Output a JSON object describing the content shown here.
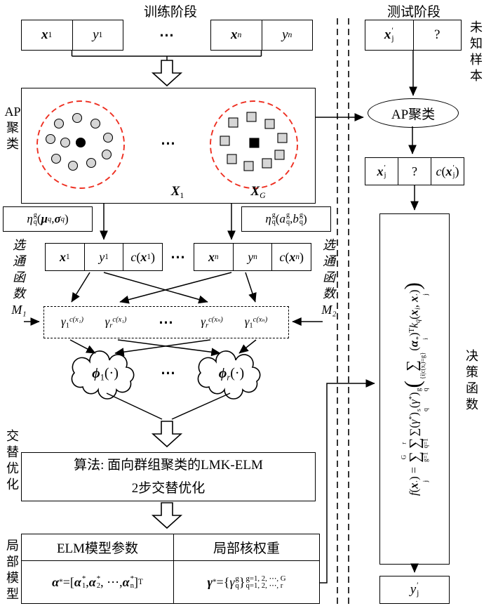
{
  "phase_titles": {
    "train": "训练阶段",
    "test": "测试阶段"
  },
  "side_labels": {
    "unknown_sample": [
      "未",
      "知",
      "样",
      "本"
    ],
    "ap_cluster": [
      "AP",
      "聚",
      "类"
    ],
    "gate_m1": [
      "选",
      "通",
      "函",
      "数",
      "M₁"
    ],
    "gate_m2": [
      "选",
      "通",
      "函",
      "数",
      "M₂"
    ],
    "alternating_opt": [
      "交",
      "替",
      "优",
      "化"
    ],
    "local_model": [
      "局",
      "部",
      "模",
      "型"
    ],
    "decision_fn": [
      "决",
      "策",
      "函",
      "数"
    ]
  },
  "dots": "⋯",
  "ap_ellipse_label": "AP聚类",
  "algorithm_box": {
    "line1": "算法: 面向群组聚类的LMK-ELM",
    "line2": "2步交替优化"
  },
  "result_box": {
    "left_header": "ELM模型参数",
    "right_header": "局部核权重"
  },
  "colors": {
    "cluster_dashed": "#ee2f21",
    "marker_fill": "#d6d6d6"
  },
  "formulas": {
    "x1": [
      {
        "t": "x",
        "b": 1
      },
      {
        "t": "1",
        "s": "d"
      }
    ],
    "y1": [
      {
        "t": "y",
        "i": 1
      },
      {
        "t": "1",
        "s": "d"
      }
    ],
    "xn": [
      {
        "t": "x",
        "b": 1
      },
      {
        "t": "n",
        "s": "d",
        "i": 1
      }
    ],
    "yn": [
      {
        "t": "y",
        "i": 1
      },
      {
        "t": "n",
        "s": "d",
        "i": 1
      }
    ],
    "xpj": [
      {
        "t": "x",
        "b": 1
      },
      {
        "stack": [
          "′",
          "j"
        ]
      }
    ],
    "question": [
      {
        "t": "?"
      }
    ],
    "cxpj": [
      {
        "t": "c",
        "i": 1
      },
      {
        "t": "("
      },
      {
        "t": "x",
        "b": 1
      },
      {
        "stack": [
          "′",
          "j"
        ]
      },
      {
        "t": ")"
      }
    ],
    "X1": [
      {
        "t": "X",
        "b": 1
      },
      {
        "t": "1",
        "s": "d"
      }
    ],
    "XG": [
      {
        "t": "X",
        "b": 1
      },
      {
        "t": "G",
        "s": "d",
        "i": 1
      }
    ],
    "eta_mu": [
      {
        "t": "η",
        "i": 1
      },
      {
        "stack": [
          "g",
          "q"
        ]
      },
      {
        "t": "("
      },
      {
        "t": "μ",
        "b": 1
      },
      {
        "t": "q",
        "s": "d",
        "i": 1
      },
      {
        "t": ","
      },
      {
        "t": "σ",
        "b": 1
      },
      {
        "t": "q",
        "s": "d",
        "i": 1
      },
      {
        "t": ")"
      }
    ],
    "eta_ab": [
      {
        "t": "η",
        "i": 1
      },
      {
        "stack": [
          "g",
          "q"
        ]
      },
      {
        "t": "("
      },
      {
        "t": "a",
        "i": 1
      },
      {
        "stack": [
          "g",
          "q"
        ]
      },
      {
        "t": ","
      },
      {
        "t": "b",
        "i": 1
      },
      {
        "stack": [
          "g",
          "q"
        ]
      },
      {
        "t": ")"
      }
    ],
    "cx1": [
      {
        "t": "c",
        "i": 1
      },
      {
        "t": "("
      },
      {
        "t": "x",
        "b": 1
      },
      {
        "t": "1",
        "s": "d"
      },
      {
        "t": ")"
      }
    ],
    "cxn": [
      {
        "t": "c",
        "i": 1
      },
      {
        "t": "("
      },
      {
        "t": "x",
        "b": 1
      },
      {
        "t": "n",
        "s": "d",
        "i": 1
      },
      {
        "t": ")"
      }
    ],
    "g1cx1": [
      {
        "t": "γ",
        "i": 1
      },
      {
        "t": "1",
        "s": "d"
      },
      {
        "t": "c(x₁)",
        "s": "u",
        "i": 1
      }
    ],
    "grcx1": [
      {
        "t": "γ",
        "i": 1
      },
      {
        "t": "r",
        "s": "d",
        "i": 1
      },
      {
        "t": "c(x₁)",
        "s": "u",
        "i": 1
      }
    ],
    "grcxn": [
      {
        "t": "γ",
        "i": 1
      },
      {
        "t": "r",
        "s": "d",
        "i": 1
      },
      {
        "t": "c(xₙ)",
        "s": "u",
        "i": 1
      }
    ],
    "g1cxn": [
      {
        "t": "γ",
        "i": 1
      },
      {
        "t": "1",
        "s": "d"
      },
      {
        "t": "c(xₙ)",
        "s": "u",
        "i": 1
      }
    ],
    "phi1": [
      {
        "t": "ϕ",
        "b": 1
      },
      {
        "t": "1",
        "s": "d"
      },
      {
        "t": "(·)"
      }
    ],
    "phir": [
      {
        "t": "ϕ",
        "b": 1
      },
      {
        "t": "r",
        "s": "d",
        "i": 1
      },
      {
        "t": "(·)"
      }
    ],
    "alpha_star": [
      {
        "t": "α",
        "b": 1
      },
      {
        "t": "*",
        "s": "u"
      },
      {
        "t": "="
      },
      {
        "t": "["
      },
      {
        "t": "α",
        "b": 1
      },
      {
        "stack": [
          "*",
          "1"
        ]
      },
      {
        "t": ", "
      },
      {
        "t": "α",
        "b": 1
      },
      {
        "stack": [
          "*",
          "2"
        ]
      },
      {
        "t": ", ⋯, "
      },
      {
        "t": "α",
        "b": 1
      },
      {
        "stack": [
          "*",
          "n"
        ]
      },
      {
        "t": "]"
      },
      {
        "t": "T",
        "s": "u"
      }
    ],
    "gamma_star": [
      {
        "t": "γ",
        "b": 1
      },
      {
        "t": "*",
        "s": "u"
      },
      {
        "t": "="
      },
      {
        "t": "{"
      },
      {
        "t": "γ",
        "i": 1
      },
      {
        "stack": [
          "g",
          "q"
        ]
      },
      {
        "t": "}"
      },
      {
        "stack": [
          "g=1, 2, ⋯, G",
          "q=1, 2, ⋯, r"
        ]
      }
    ],
    "ypj": [
      {
        "t": "y",
        "i": 1
      },
      {
        "stack": [
          "′",
          "j"
        ]
      }
    ],
    "decision": [
      {
        "t": "f",
        "i": 1
      },
      {
        "t": "("
      },
      {
        "t": "x",
        "b": 1
      },
      {
        "stack": [
          "′",
          "j"
        ]
      },
      {
        "t": ") = "
      },
      {
        "op": "∑",
        "top": "G",
        "bot": "g=1"
      },
      {
        "op": "∑",
        "top": "r",
        "bot": "q=1"
      },
      {
        "t": "∑"
      },
      {
        "t": "("
      },
      {
        "t": "γ",
        "i": 1
      },
      {
        "t": "*",
        "s": "u"
      },
      {
        "t": ")"
      },
      {
        "stack": [
          "s",
          "q"
        ]
      },
      {
        "t": "("
      },
      {
        "t": "γ",
        "i": 1
      },
      {
        "t": "*",
        "s": "u"
      },
      {
        "t": ")"
      },
      {
        "stack": [
          "g",
          "q"
        ]
      },
      {
        "t": "(",
        "big": 1
      },
      {
        "op": "∑",
        "top": "",
        "bot": "{i|c(xᵢ)=g}"
      },
      {
        "t": "("
      },
      {
        "t": "α",
        "b": 1
      },
      {
        "stack": [
          "*",
          "i"
        ]
      },
      {
        "t": ")"
      },
      {
        "t": "T",
        "s": "u"
      },
      {
        "t": "k",
        "i": 1
      },
      {
        "t": "q",
        "s": "d",
        "i": 1
      },
      {
        "t": "("
      },
      {
        "t": "x",
        "b": 1
      },
      {
        "t": "i",
        "s": "d",
        "i": 1
      },
      {
        "t": ", "
      },
      {
        "t": "x",
        "b": 1
      },
      {
        "stack": [
          "′",
          "j"
        ]
      },
      {
        "t": ")"
      },
      {
        "t": ")",
        "big": 1
      }
    ]
  }
}
